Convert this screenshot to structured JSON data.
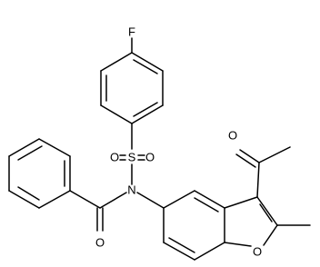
{
  "molecule": {
    "atom_labels": {
      "fluorine": "F",
      "sulfur": "S",
      "sulfonyl_oxygen_left": "O",
      "sulfonyl_oxygen_right": "O",
      "nitrogen": "N",
      "amide_oxygen": "O",
      "acetyl_oxygen": "O",
      "furan_oxygen": "O"
    },
    "colors": {
      "bond": "#000000",
      "label": "#000000",
      "background": "#ffffff"
    }
  }
}
